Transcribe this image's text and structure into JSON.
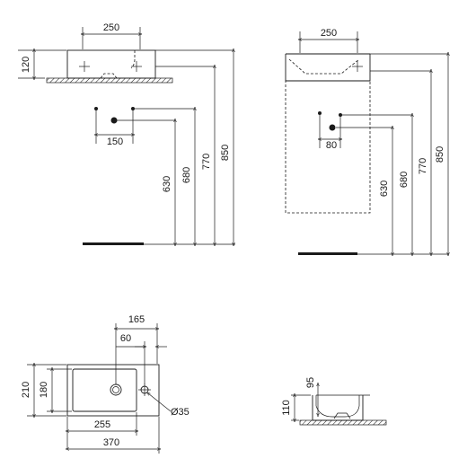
{
  "diagram": {
    "front_view": {
      "width": "250",
      "basin_height": "120",
      "tap_spacing": "150",
      "heights": [
        "630",
        "680",
        "770",
        "850"
      ]
    },
    "side_view": {
      "width": "250",
      "offset": "80",
      "heights": [
        "630",
        "680",
        "770",
        "850"
      ]
    },
    "top_view": {
      "dim_165": "165",
      "dim_60": "60",
      "depth_outer": "210",
      "depth_inner": "180",
      "width_inner": "255",
      "width_outer": "370",
      "hole": "Ø35"
    },
    "section_view": {
      "inner_depth": "95",
      "outer_height": "110"
    }
  }
}
